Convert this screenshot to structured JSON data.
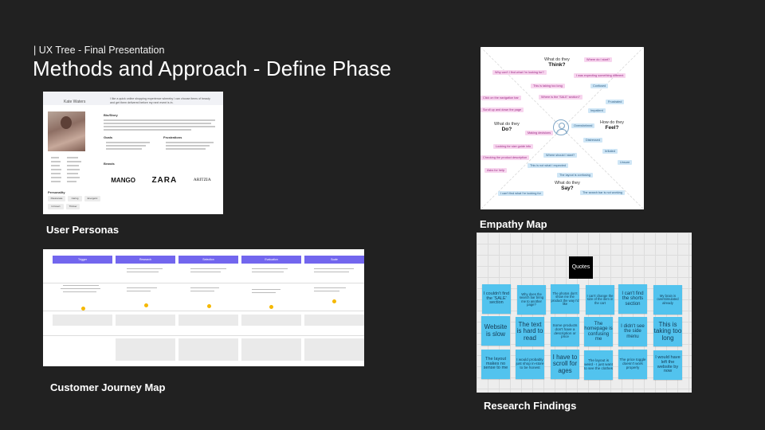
{
  "header": {
    "subtitle": "| UX Tree - Final Presentation",
    "title": "Methods and Approach - Define Phase"
  },
  "captions": {
    "personas": "User Personas",
    "journey": "Customer Journey Map",
    "empathy": "Empathy Map",
    "research": "Research Findings"
  },
  "persona": {
    "name": "Kate Waters",
    "quote": "I like a quick online shopping experience whereby I can choose items of beauty and get them delivered before my next event is in.",
    "sections": [
      "Bio/Story",
      "Goals",
      "Frustrations",
      "Brands",
      "Personality"
    ],
    "brands": [
      "MANGO",
      "ZARA",
      "ARITZIA"
    ],
    "traits": [
      "Passionate",
      "Caring",
      "Energetic",
      "Introvert",
      "Thinker"
    ]
  },
  "journey": {
    "phases": [
      "Trigger",
      "Research",
      "Selection",
      "Evaluation",
      "Scale"
    ]
  },
  "empathy": {
    "quadrants": {
      "think": {
        "q": "What do they",
        "w": "Think?"
      },
      "feel": {
        "q": "How do they",
        "w": "Feel?"
      },
      "do": {
        "q": "What do they",
        "w": "Do?"
      },
      "say": {
        "q": "What do they",
        "w": "Say?"
      }
    },
    "stickies": [
      {
        "text": "Where do I start?",
        "c": "pink"
      },
      {
        "text": "Why can't I find what I'm looking for?",
        "c": "pink"
      },
      {
        "text": "I was expecting something different",
        "c": "pink"
      },
      {
        "text": "This is taking too long",
        "c": "pink"
      },
      {
        "text": "Confused",
        "c": "blue"
      },
      {
        "text": "Click on the navigation bar",
        "c": "pink"
      },
      {
        "text": "Where is the 'SALE' section?",
        "c": "pink"
      },
      {
        "text": "Frustrated",
        "c": "blue"
      },
      {
        "text": "Scroll up and down the page",
        "c": "pink"
      },
      {
        "text": "Impatient",
        "c": "blue"
      },
      {
        "text": "Overwhelmed",
        "c": "blue"
      },
      {
        "text": "Making decisions",
        "c": "pink"
      },
      {
        "text": "Distressed",
        "c": "blue"
      },
      {
        "text": "Looking for size guide info",
        "c": "pink"
      },
      {
        "text": "Irritated",
        "c": "blue"
      },
      {
        "text": "Where should I start?",
        "c": "blue"
      },
      {
        "text": "Checking the product description",
        "c": "pink"
      },
      {
        "text": "Unsure",
        "c": "blue"
      },
      {
        "text": "This is not what I expected",
        "c": "blue"
      },
      {
        "text": "Asks for help",
        "c": "pink"
      },
      {
        "text": "The layout is confusing",
        "c": "blue"
      },
      {
        "text": "I can't find what I'm looking for",
        "c": "blue"
      },
      {
        "text": "The search bar is not working",
        "c": "blue"
      }
    ]
  },
  "research": {
    "tag": "Quotes",
    "notes": [
      "I couldn't find the 'SALE' section",
      "Why does the search bar bring me to another page?",
      "The photos don't show me the product the way I'd like",
      "I can't change the size of the item in the cart",
      "I can't find the shorts section",
      "My brain is overstimulated already",
      "Website is slow",
      "The text is hard to read",
      "Some products don't have a description or price",
      "The homepage is confusing me",
      "I didn't see the side menu",
      "This is taking too long",
      "The layout makes no sense to me",
      "I would probably just shop in-store to be honest",
      "I have to scroll for ages",
      "The layout is weird - I just want to see the clothes",
      "The price toggle doesn't work properly",
      "I would have left the website by now"
    ]
  }
}
